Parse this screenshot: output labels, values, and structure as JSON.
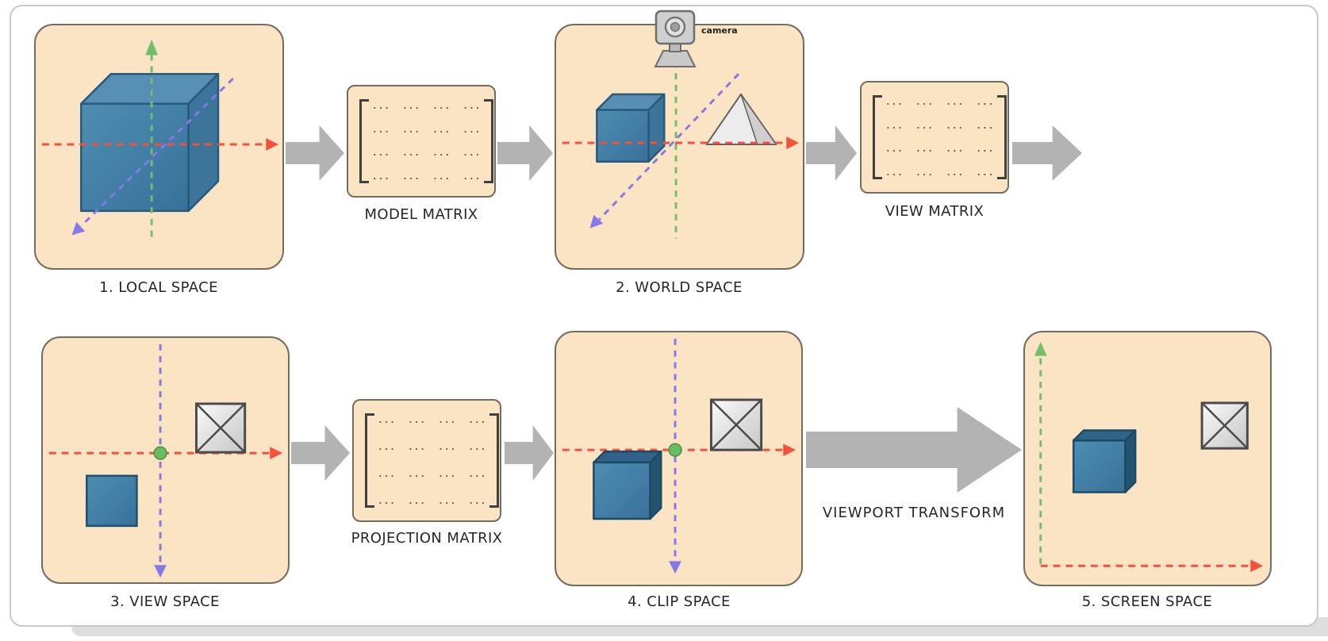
{
  "diagram": {
    "title_implicit": "coordinate spaces pipeline",
    "stages": [
      {
        "label": "1. LOCAL SPACE"
      },
      {
        "label": "2. WORLD SPACE"
      },
      {
        "label": "3. VIEW SPACE"
      },
      {
        "label": "4. CLIP SPACE"
      },
      {
        "label": "5. SCREEN SPACE"
      }
    ],
    "matrices": [
      {
        "label": "MODEL MATRIX"
      },
      {
        "label": "VIEW MATRIX"
      },
      {
        "label": "PROJECTION MATRIX"
      }
    ],
    "camera_label": "camera",
    "viewport_transform_label": "VIEWPORT TRANSFORM",
    "matrix_row": "...  ...  ...  ...",
    "colors": {
      "stage_fill": "#FBE4C4",
      "stage_border": "#756C60",
      "axis_red": "#F4503C",
      "axis_green": "#72BE6C",
      "axis_purple": "#8678E8",
      "arrow_gray": "#B3B3B3",
      "cube_blue": "#4C88AE",
      "origin_dot_green": "#68BD63"
    }
  }
}
